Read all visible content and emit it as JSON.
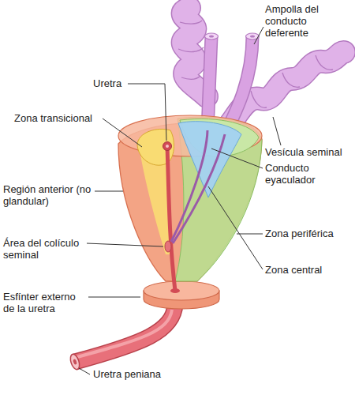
{
  "diagram": {
    "labels": [
      "Ampolla del conducto deferente",
      "Uretra",
      "Zona transicional",
      "Vesícula seminal",
      "Conducto eyaculador",
      "Región anterior (no glandular)",
      "Zona periférica",
      "Área del colículo seminal",
      "Zona central",
      "Esfínter externo de la uretra",
      "Uretra peniana"
    ]
  }
}
